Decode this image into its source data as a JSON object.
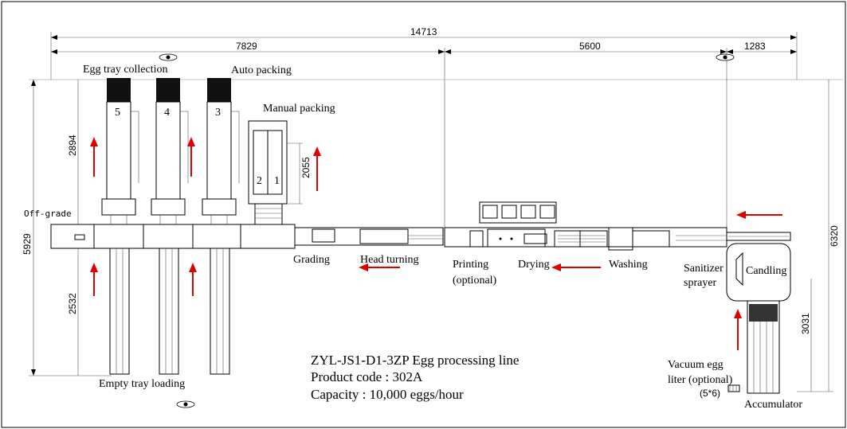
{
  "dimensions": {
    "total_width": "14713",
    "left_width": "7829",
    "mid_width": "5600",
    "right_width": "1283",
    "height_total": "6320",
    "height_left": "5929",
    "height_upper": "2894",
    "height_lower": "2532",
    "height_manual": "2055",
    "height_accumulator": "3031"
  },
  "stations": {
    "tray_collection_5": "5",
    "tray_collection_4": "4",
    "tray_collection_3": "3",
    "manual_2": "2",
    "manual_1": "1"
  },
  "labels": {
    "egg_tray_collection": "Egg tray collection",
    "auto_packing": "Auto packing",
    "manual_packing": "Manual packing",
    "off_grade": "Off-grade",
    "grading": "Grading",
    "head_turning": "Head turning",
    "printing": "Printing",
    "printing_optional": "(optional)",
    "drying": "Drying",
    "washing": "Washing",
    "sanitizer": "Sanitizer",
    "sprayer": "sprayer",
    "candling": "Candling",
    "vacuum_egg": "Vacuum egg",
    "lifter_optional": "liter (optional)",
    "lifter_grid": "(5*6)",
    "accumulator": "Accumulator",
    "empty_tray_loading": "Empty tray loading"
  },
  "info": {
    "line_name": "ZYL-JS1-D1-3ZP Egg processing line",
    "product_code": "Product code : 302A",
    "capacity": "Capacity : 10,000 eggs/hour"
  },
  "colors": {
    "arrow": "#e00000",
    "line": "#000000"
  }
}
